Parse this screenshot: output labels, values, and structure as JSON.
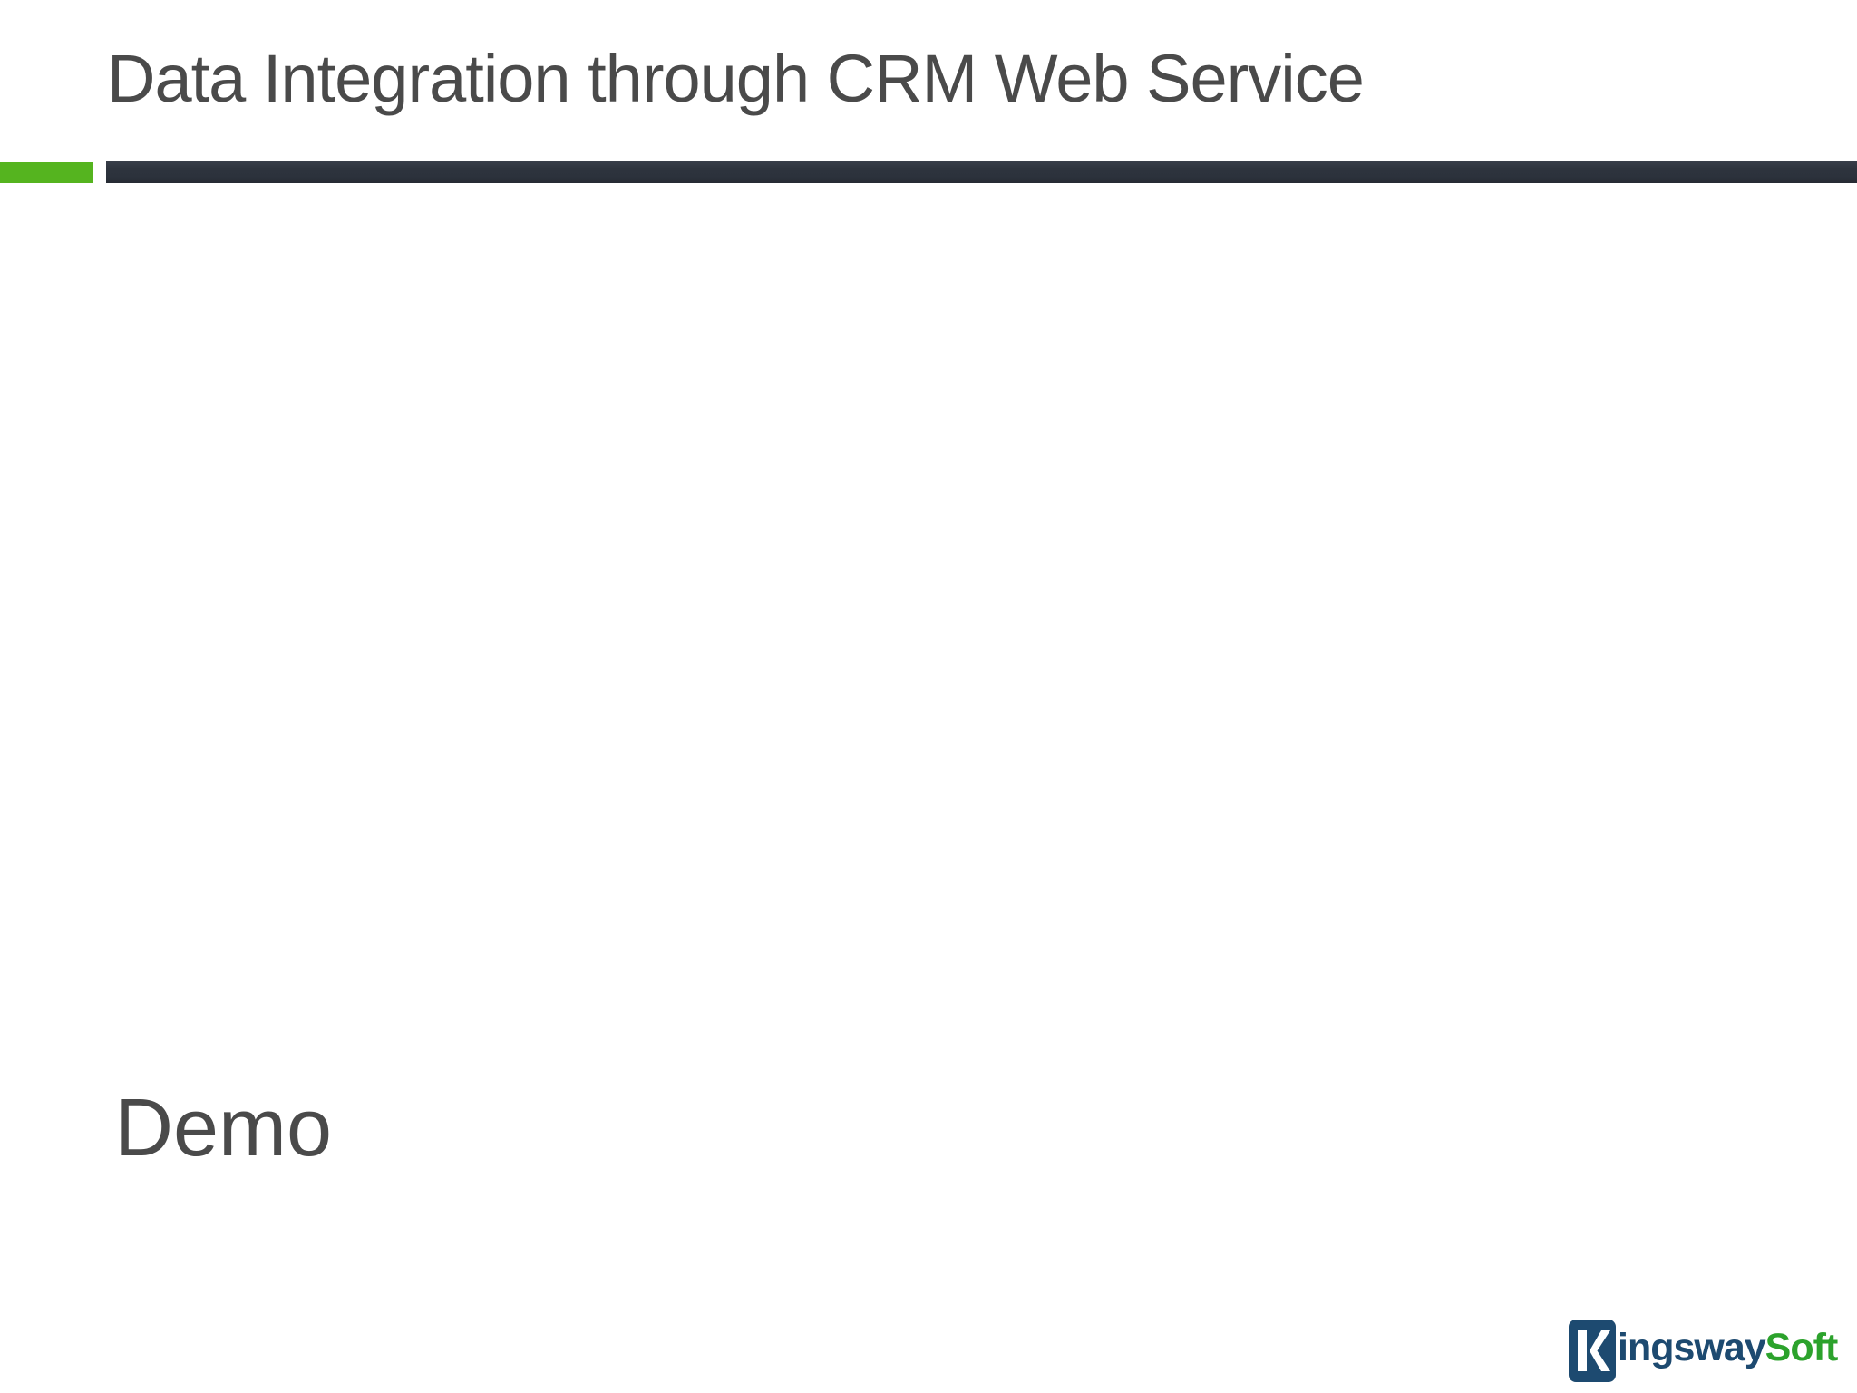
{
  "slide": {
    "title": "Data Integration through CRM Web Service",
    "section_label": "Demo"
  },
  "logo": {
    "mark_letter": "K",
    "name_part1": "ingsway",
    "name_part2": "Soft"
  },
  "colors": {
    "background": "#ffffff",
    "title_text": "#4a4a4a",
    "accent_green": "#55b41f",
    "divider_dark": "#2c323c",
    "logo_navy": "#1d4a70",
    "logo_green": "#2ca22c"
  }
}
